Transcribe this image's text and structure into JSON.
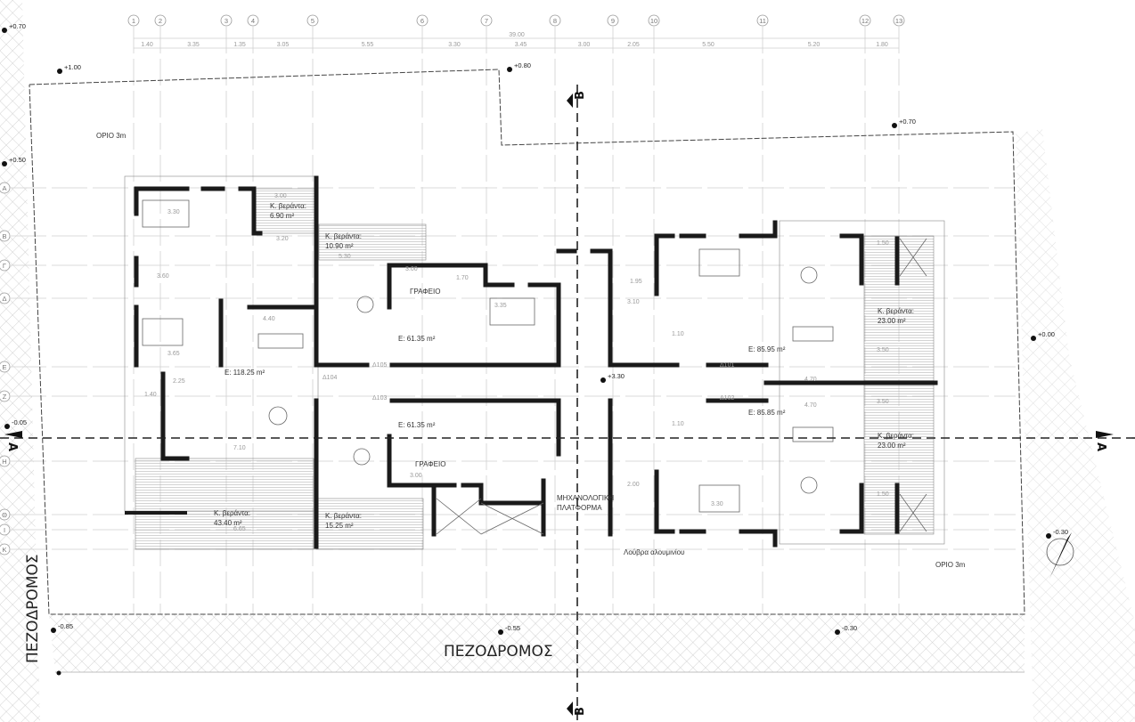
{
  "grid_columns": [
    {
      "id": "1",
      "span": "1.40"
    },
    {
      "id": "2",
      "span": "3.35"
    },
    {
      "id": "3",
      "span": "1.35"
    },
    {
      "id": "4",
      "span": "3.05"
    },
    {
      "id": "5",
      "span": "5.55"
    },
    {
      "id": "6",
      "span": "3.30"
    },
    {
      "id": "7",
      "span": "3.45"
    },
    {
      "id": "8",
      "span": "3.00"
    },
    {
      "id": "9",
      "span": "2.05"
    },
    {
      "id": "10",
      "span": "5.50"
    },
    {
      "id": "11",
      "span": "5.20"
    },
    {
      "id": "12",
      "span": "1.80"
    },
    {
      "id": "13",
      "span": ""
    }
  ],
  "overall_width": "39.00",
  "grid_rows": [
    "A",
    "B",
    "Γ",
    "Δ",
    "E",
    "Z",
    "H",
    "Θ",
    "I",
    "K"
  ],
  "elevations": [
    "+0.70",
    "+1.00",
    "+0.80",
    "+0.70",
    "+0.50",
    "-0.05",
    "+0.00",
    "-0.85",
    "-0.55",
    "-0.30",
    "-0.30",
    "+3.30"
  ],
  "setback_labels": [
    "ΟΡΙΟ 3m",
    "ΟΡΙΟ 3m"
  ],
  "road_labels": [
    "ΠΕΖΟΔΡΟΜΟΣ",
    "ΠΕΖΟΔΡΟΜΟΣ"
  ],
  "section_markers": {
    "horizontal": "A",
    "vertical": "B"
  },
  "rooms": [
    {
      "line1": "Κ. βεράντα:",
      "line2": "6.90 m²"
    },
    {
      "line1": "Κ. βεράντα:",
      "line2": "10.90 m²"
    },
    {
      "line1": "ΓΡΑΦΕΙΟ",
      "line2": ""
    },
    {
      "line1": "E: 61.35 m²",
      "line2": ""
    },
    {
      "line1": "E: 118.25 m²",
      "line2": ""
    },
    {
      "line1": "E: 61.35 m²",
      "line2": ""
    },
    {
      "line1": "ΓΡΑΦΕΙΟ",
      "line2": ""
    },
    {
      "line1": "Κ. βεράντα:",
      "line2": "43.40 m²"
    },
    {
      "line1": "Κ. βεράντα:",
      "line2": "15.25 m²"
    },
    {
      "line1": "ΜΗΧΑΝΟΛΟΓΙΚΗ",
      "line2": "ΠΛΑΤΦΟΡΜΑ"
    },
    {
      "line1": "Λούβρα αλουμινίου",
      "line2": ""
    },
    {
      "line1": "E: 85.95 m²",
      "line2": ""
    },
    {
      "line1": "E: 85.85 m²",
      "line2": ""
    },
    {
      "line1": "Κ. βεράντα:",
      "line2": "23.00 m²"
    },
    {
      "line1": "Κ. βεράντα:",
      "line2": "23.00 m²"
    }
  ],
  "doors": [
    "Δ101",
    "Δ102",
    "Δ103",
    "Δ104",
    "Δ105"
  ],
  "dimensions": [
    "3.30",
    "3.00",
    "3.20",
    "3.60",
    "4.40",
    "3.65",
    "2.25",
    "7.10",
    "5.30",
    "3.00",
    "1.70",
    "3.35",
    "3.00",
    "6.65",
    "1.95",
    "3.10",
    "1.10",
    "4.70",
    "4.70",
    "1.10",
    "2.00",
    "3.30",
    "1.50",
    "3.50",
    "3.50",
    "1.50",
    "1.40"
  ],
  "colors": {
    "wall": "#1a1a1a",
    "hatch": "#bdbdbd",
    "grid": "#cfcfcf"
  }
}
